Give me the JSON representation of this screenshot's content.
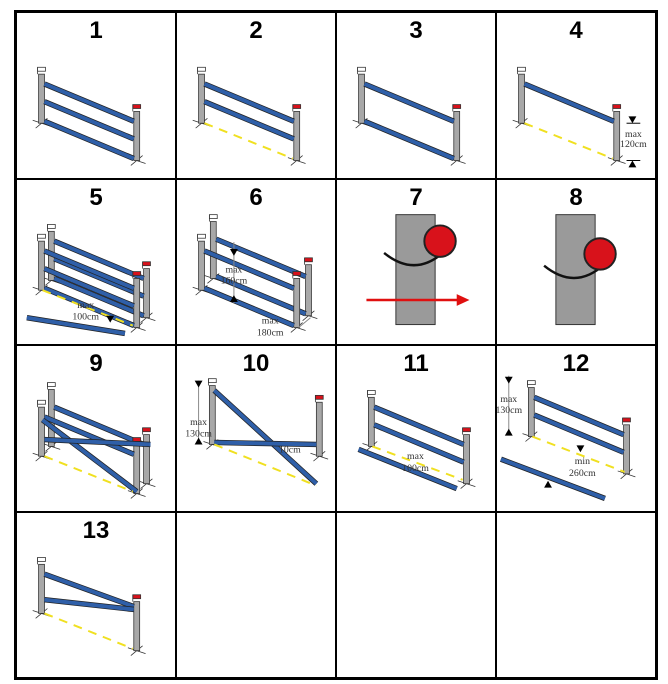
{
  "cells": [
    {
      "number": "1",
      "type": "vertical-3"
    },
    {
      "number": "2",
      "type": "vertical-2-line"
    },
    {
      "number": "3",
      "type": "vertical-2"
    },
    {
      "number": "4",
      "type": "vertical-1",
      "labels": [
        "max",
        "120cm"
      ]
    },
    {
      "number": "5",
      "type": "oxer-groundrail",
      "labels": [
        "max",
        "100cm"
      ]
    },
    {
      "number": "6",
      "type": "oxer",
      "labels": [
        "max",
        "160cm",
        "max",
        "180cm"
      ]
    },
    {
      "number": "7",
      "type": "flag-arrow"
    },
    {
      "number": "8",
      "type": "flag"
    },
    {
      "number": "9",
      "type": "cross-oxer"
    },
    {
      "number": "10",
      "type": "diagonal",
      "labels": [
        "max",
        "130cm",
        "10cm"
      ]
    },
    {
      "number": "11",
      "type": "groundrail",
      "labels": [
        "max",
        "100cm"
      ]
    },
    {
      "number": "12",
      "type": "groundrail-far",
      "labels": [
        "max",
        "130cm",
        "min",
        "260cm"
      ]
    },
    {
      "number": "13",
      "type": "v-rails"
    },
    {
      "number": "",
      "type": "empty"
    },
    {
      "number": "",
      "type": "empty"
    },
    {
      "number": "",
      "type": "empty"
    }
  ],
  "colors": {
    "rail": "#2f5fa8",
    "post": "#a8a8a8",
    "flag": "#d8121b",
    "line": "#f0e020",
    "arrow": "#e01010"
  }
}
